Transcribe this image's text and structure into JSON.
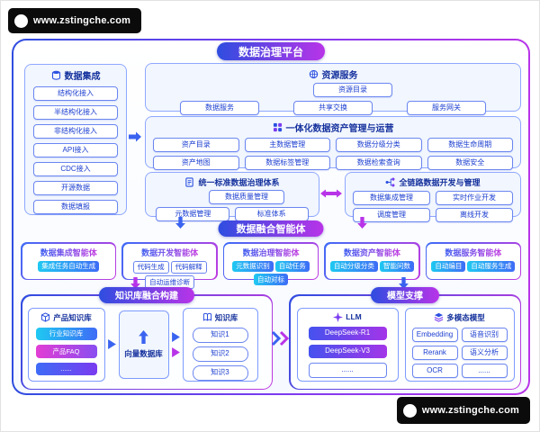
{
  "watermark": {
    "text": "www.zstingche.com"
  },
  "platform": {
    "title": "数据治理平台"
  },
  "data_integration": {
    "title": "数据集成",
    "items": [
      "结构化接入",
      "半结构化接入",
      "非结构化接入",
      "API接入",
      "CDC接入",
      "开源数据",
      "数据填报"
    ]
  },
  "resource_services": {
    "title": "资源服务",
    "primary": "资源目录",
    "items": [
      "数据服务",
      "共享交换",
      "服务网关"
    ]
  },
  "asset_management": {
    "title": "一体化数据资产管理与运营",
    "items": [
      "资产目录",
      "主数据管理",
      "数据分级分类",
      "数据生命周期",
      "资产地图",
      "数据标签管理",
      "数据检索查询",
      "数据安全"
    ]
  },
  "governance": {
    "title": "统一标准数据治理体系",
    "primary": "数据质量管理",
    "items": [
      "元数据管理",
      "标准体系"
    ]
  },
  "development": {
    "title": "全链路数据开发与管理",
    "items": [
      "数据集成管理",
      "实时作业开发",
      "调度管理",
      "离线开发"
    ]
  },
  "fusion": {
    "title": "数据融合智能体",
    "agents": [
      {
        "title": "数据集成智能体",
        "items": [
          "集成任务自动生成"
        ]
      },
      {
        "title": "数据开发智能体",
        "items": [
          "代码生成",
          "代码解释",
          "自动运维诊断"
        ]
      },
      {
        "title": "数据治理智能体",
        "items": [
          "元数据识别",
          "自动任务",
          "自动对标"
        ]
      },
      {
        "title": "数据资产智能体",
        "items": [
          "自动分级分类",
          "智能问数"
        ]
      },
      {
        "title": "数据服务智能体",
        "items": [
          "自动编目",
          "自动服务生成"
        ]
      }
    ]
  },
  "knowledge": {
    "title": "知识库融合构建",
    "product_kb": {
      "title": "产品知识库",
      "items": [
        "行业知识库",
        "产品FAQ",
        "......"
      ]
    },
    "vector_db": {
      "label": "向量数据库"
    },
    "kb": {
      "title": "知识库",
      "items": [
        "知识1",
        "知识2",
        "知识3"
      ]
    }
  },
  "models": {
    "title": "模型支撑",
    "llm": {
      "title": "LLM",
      "items": [
        "DeepSeek-R1",
        "DeepSeek-V3",
        "......"
      ]
    },
    "multimodal": {
      "title": "多模态模型",
      "items": [
        "Embedding",
        "语音识别",
        "Rerank",
        "语义分析",
        "OCR",
        "......"
      ]
    }
  },
  "colors": {
    "accent_blue": "#2f4de0",
    "accent_purple": "#7a3bf0",
    "accent_magenta": "#b834e8",
    "accent_cyan": "#1fc9f2"
  }
}
